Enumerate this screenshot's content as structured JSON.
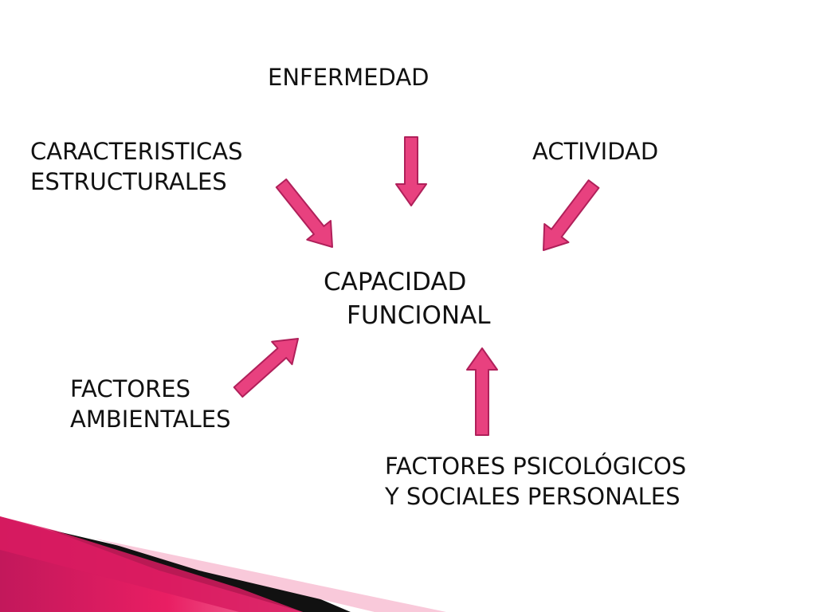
{
  "diagram": {
    "top_label": "ENFERMEDAD",
    "left_top_label": {
      "line1": "CARACTERISTICAS",
      "line2": "ESTRUCTURALES"
    },
    "right_top_label": "ACTIVIDAD",
    "center_label": {
      "line1": "CAPACIDAD",
      "line2": "FUNCIONAL"
    },
    "left_bottom_label": {
      "line1": "FACTORES",
      "line2": "AMBIENTALES"
    },
    "right_bottom_label": {
      "line1": "FACTORES PSICOLÓGICOS",
      "line2": "Y SOCIALES PERSONALES"
    }
  },
  "colors": {
    "arrow_fill": "#e8417f",
    "arrow_stroke": "#b0205a",
    "accent_dark": "#111111",
    "accent_pink": "#d81b60",
    "accent_light_pink": "#f7c6d7"
  },
  "icons": {
    "arrow": "block-arrow"
  }
}
